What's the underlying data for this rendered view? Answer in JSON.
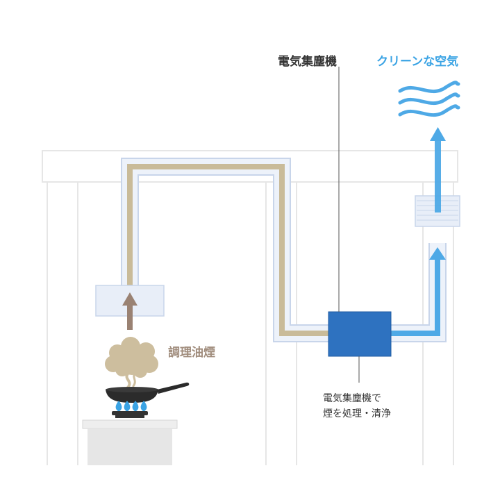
{
  "labels": {
    "dust_collector": "電気集塵機",
    "clean_air": "クリーンな空気",
    "cooking_smoke": "調理油煙",
    "process_line1": "電気集塵機で",
    "process_line2": "煙を処理・清浄"
  },
  "colors": {
    "structure_line": "#e6e6e6",
    "duct_light": "#e8eef8",
    "duct_border": "#c8d5ea",
    "smoke_flow": "#c9bb99",
    "clean_flow": "#4ea9e6",
    "collector_fill": "#2e72c0",
    "arrow_smoke": "#9a8273",
    "cloud": "#cdbe9e",
    "flame": "#3aa3e4",
    "pan": "#2b2b2b",
    "stove": "#e6e6e6"
  },
  "icons": [
    "clean-air-waves-icon",
    "smoke-cloud-icon",
    "frying-pan-icon",
    "gas-flame-icon",
    "up-arrow-icon"
  ]
}
